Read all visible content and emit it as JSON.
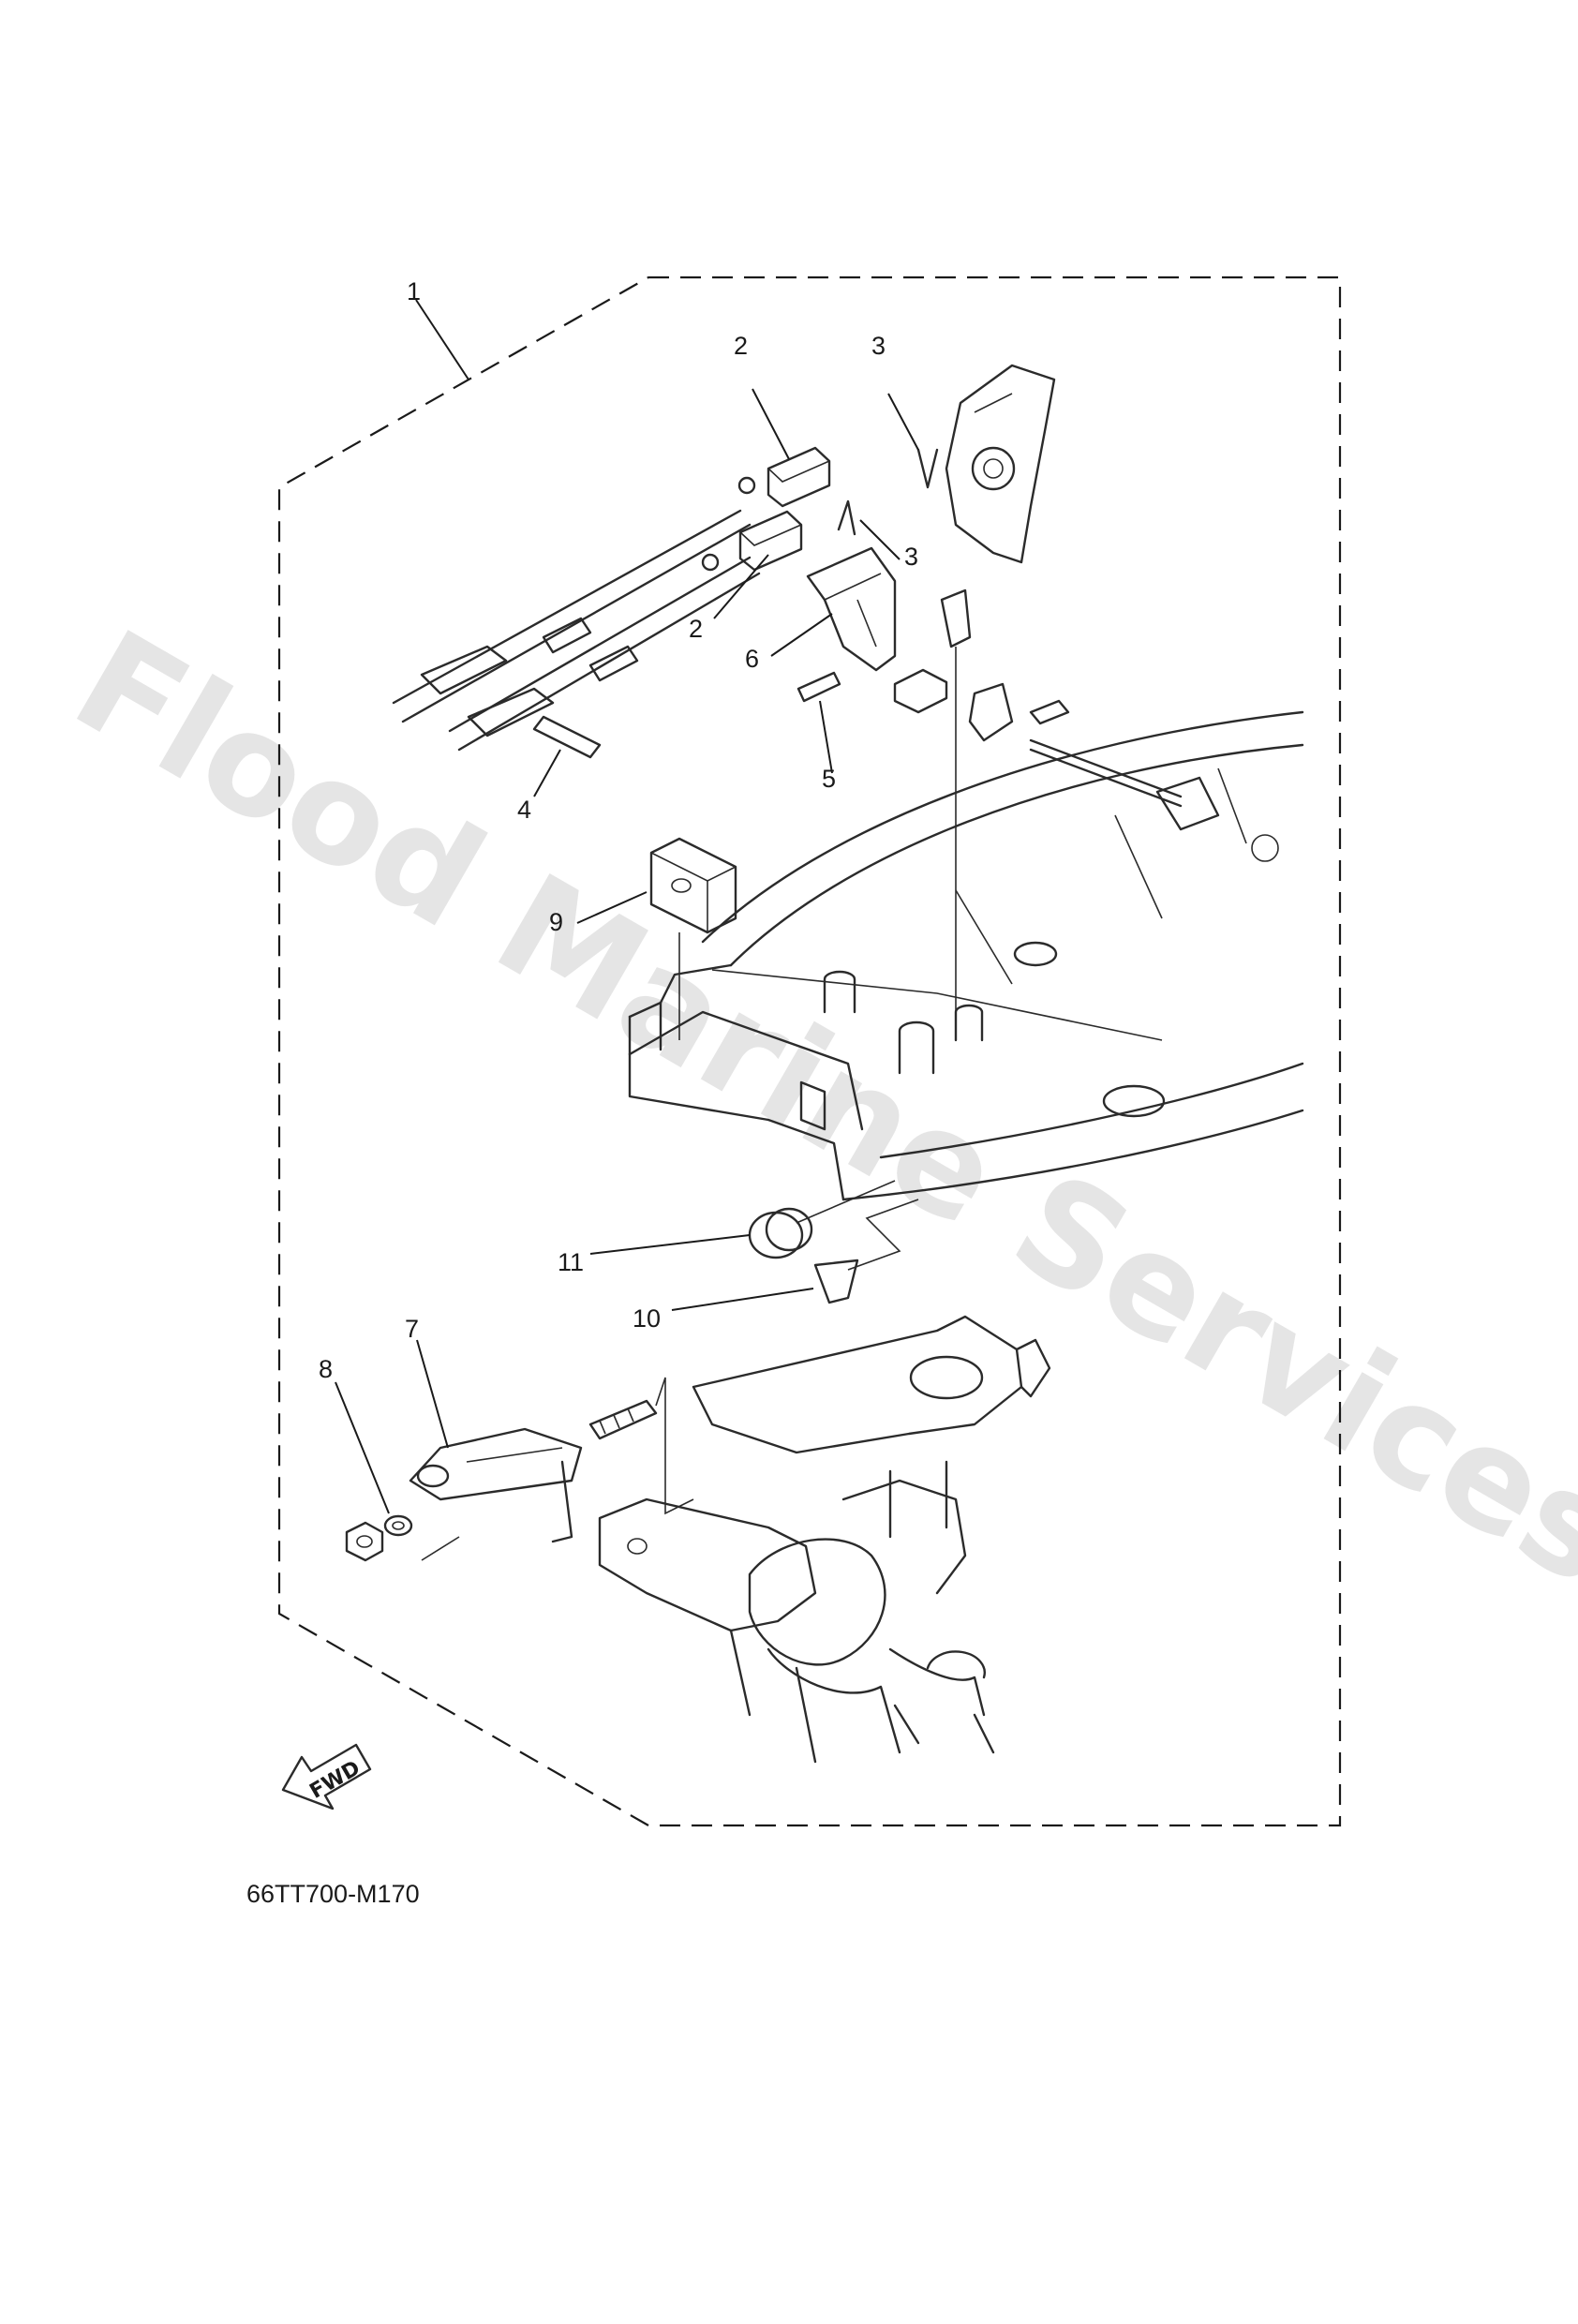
{
  "watermark": "Flood Marine Services",
  "reference_code": "66TT700-M170",
  "direction_label": "FWD",
  "callouts": [
    "1",
    "2",
    "3",
    "3",
    "2",
    "6",
    "5",
    "4",
    "9",
    "11",
    "10",
    "7",
    "8"
  ]
}
